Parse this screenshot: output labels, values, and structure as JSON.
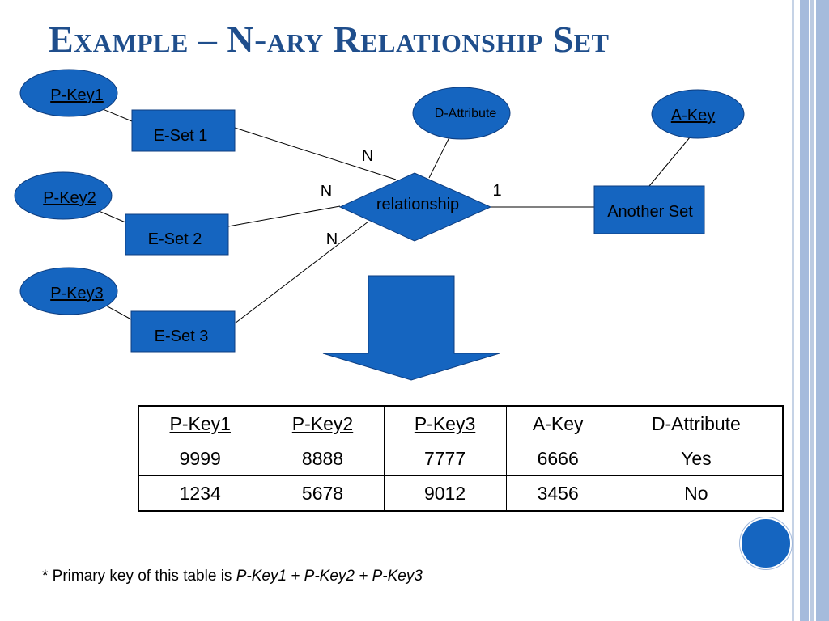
{
  "title": "Example – N-ary Relationship Set",
  "diagram": {
    "entities": [
      {
        "id": "eset1",
        "label": "E-Set 1"
      },
      {
        "id": "eset2",
        "label": "E-Set 2"
      },
      {
        "id": "eset3",
        "label": "E-Set 3"
      },
      {
        "id": "another",
        "label": "Another Set"
      }
    ],
    "attributes": [
      {
        "id": "pkey1",
        "label": "P-Key1",
        "key": true
      },
      {
        "id": "pkey2",
        "label": "P-Key2",
        "key": true
      },
      {
        "id": "pkey3",
        "label": "P-Key3",
        "key": true
      },
      {
        "id": "akey",
        "label": "A-Key",
        "key": true
      },
      {
        "id": "dattr",
        "label": "D-Attribute",
        "key": false
      }
    ],
    "relationship": {
      "label": "relationship"
    },
    "cardinalities": {
      "eset1": "N",
      "eset2": "N",
      "eset3": "N",
      "another": "1"
    }
  },
  "table": {
    "headers": [
      {
        "label": "P-Key1",
        "key": true
      },
      {
        "label": "P-Key2",
        "key": true
      },
      {
        "label": "P-Key3",
        "key": true
      },
      {
        "label": "A-Key",
        "key": false
      },
      {
        "label": "D-Attribute",
        "key": false
      }
    ],
    "rows": [
      [
        "9999",
        "8888",
        "7777",
        "6666",
        "Yes"
      ],
      [
        "1234",
        "5678",
        "9012",
        "3456",
        "No"
      ]
    ]
  },
  "note": {
    "prefix": "* Primary key of this table is ",
    "keys": "P-Key1 + P-Key2 + P-Key3"
  },
  "colors": {
    "title": "#1f4e8c",
    "shape_fill": "#1565c0",
    "accent_circle": "#1565c0"
  }
}
